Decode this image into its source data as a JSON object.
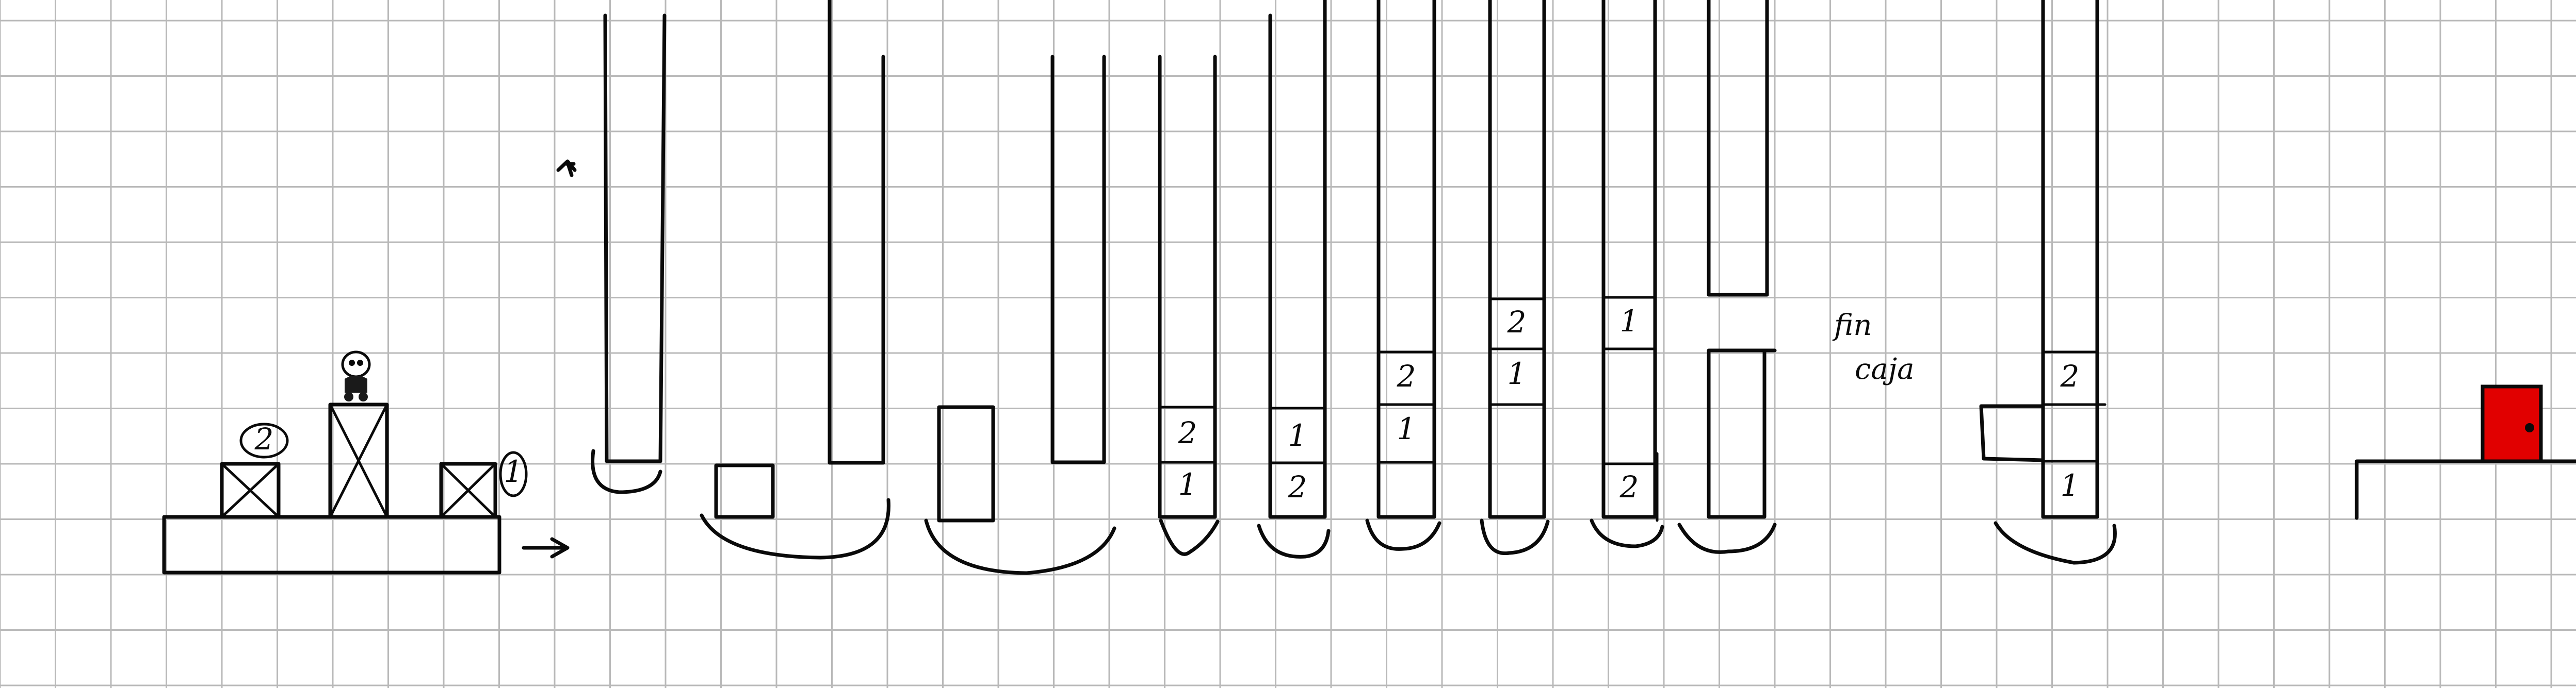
{
  "labels": {
    "note_line1": "fin",
    "note_line2": "caja"
  },
  "box_numbers": {
    "crate_left": "2",
    "crate_right": "1",
    "s5_top": "2",
    "s5_bottom": "1",
    "s6_top": "1",
    "s6_bottom": "2",
    "s7_top": "2",
    "s7_bottom": "1",
    "s8_top": "2",
    "s8_bottom": "1",
    "s9_top": "1",
    "s9_bottom": "2",
    "s11_top": "2",
    "s11_bottom": "1"
  },
  "colors": {
    "door": "#e10000",
    "ink": "#0a0a0a",
    "grid": "#b9b9b9"
  },
  "icons": [
    "up-arrow-icon",
    "right-arrow-icon",
    "character-icon",
    "door-icon"
  ]
}
